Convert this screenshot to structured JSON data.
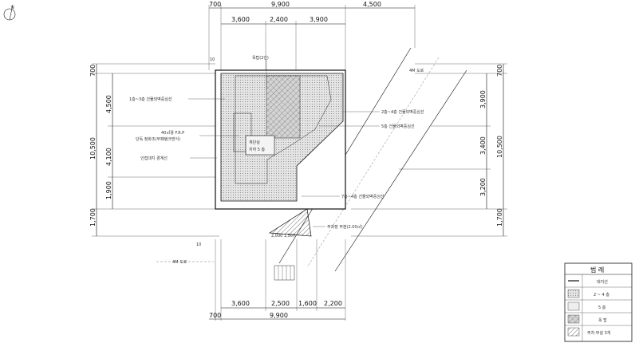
{
  "north_mark": "N",
  "dims_top": {
    "total": "9,900",
    "d1": "3,600",
    "d2": "2,400",
    "d3": "3,900",
    "left_off": "700",
    "right_off": "4,500"
  },
  "dims_bottom": {
    "total": "9,900",
    "d1": "3,600",
    "d2": "2,500",
    "d3": "1,600",
    "d4": "2,200",
    "left_off": "700"
  },
  "dims_left": {
    "top": "700",
    "d1": "4,500",
    "total": "10,500",
    "d2": "4,100",
    "d3": "1,900",
    "bottom": "1,700"
  },
  "dims_right": {
    "top": "700",
    "d1": "3,900",
    "total": "10,500",
    "d2": "3,400",
    "d3": "3,200",
    "bottom": "1,700"
  },
  "labels": {
    "roof": "옥탑(2인)",
    "floors_1_3": "1층~3층 건물외벽중심선",
    "fbp_1": "40㎥용 F.R.P",
    "fbp_2": "단독 정화조(부패탱크방식)",
    "boundary": "인접대지 경계선",
    "floors_2_4": "2층~4층 건물외벽중심선",
    "floor_5": "5층 건물외벽중심선",
    "road_top": "4M 도로",
    "floors_7_4": "7층~4층 건물외벽중심선",
    "stair_1": "계단실",
    "stair_2": "지하 5 층",
    "park": "주차장 부분(2.00㎡)",
    "park_dim": "2,000 1,507",
    "road_left": "4M 도로",
    "mark_10": "10",
    "mark_10b": "10"
  },
  "legend": {
    "title": "범 례",
    "items": [
      "대지선",
      "2 ~ 4 층",
      "5 층",
      "옥 탑",
      "주차·부설 3개"
    ]
  }
}
